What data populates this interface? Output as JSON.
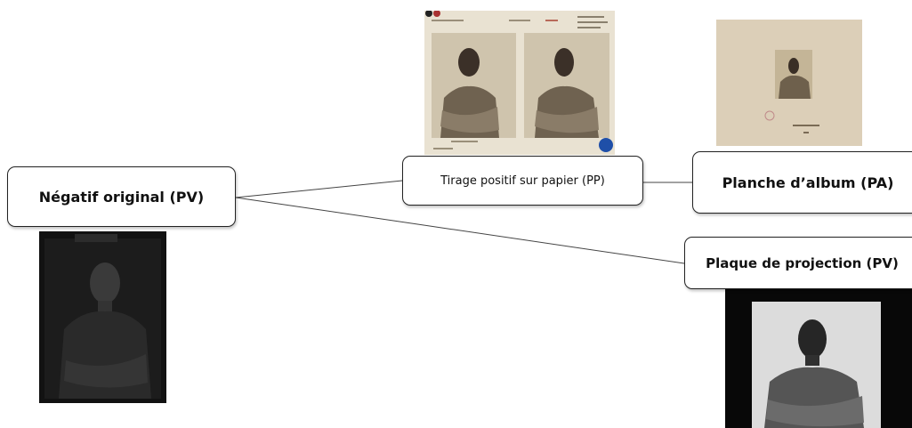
{
  "nodes": {
    "negatif": "Négatif original (PV)",
    "tirage": "Tirage positif sur papier (PP)",
    "planche": "Planche d’album (PA)",
    "plaque": "Plaque de projection (PV)"
  },
  "colors": {
    "box_border": "#222222",
    "connector": "#444444",
    "background": "#ffffff",
    "stamp_blue": "#1f4fa8"
  }
}
